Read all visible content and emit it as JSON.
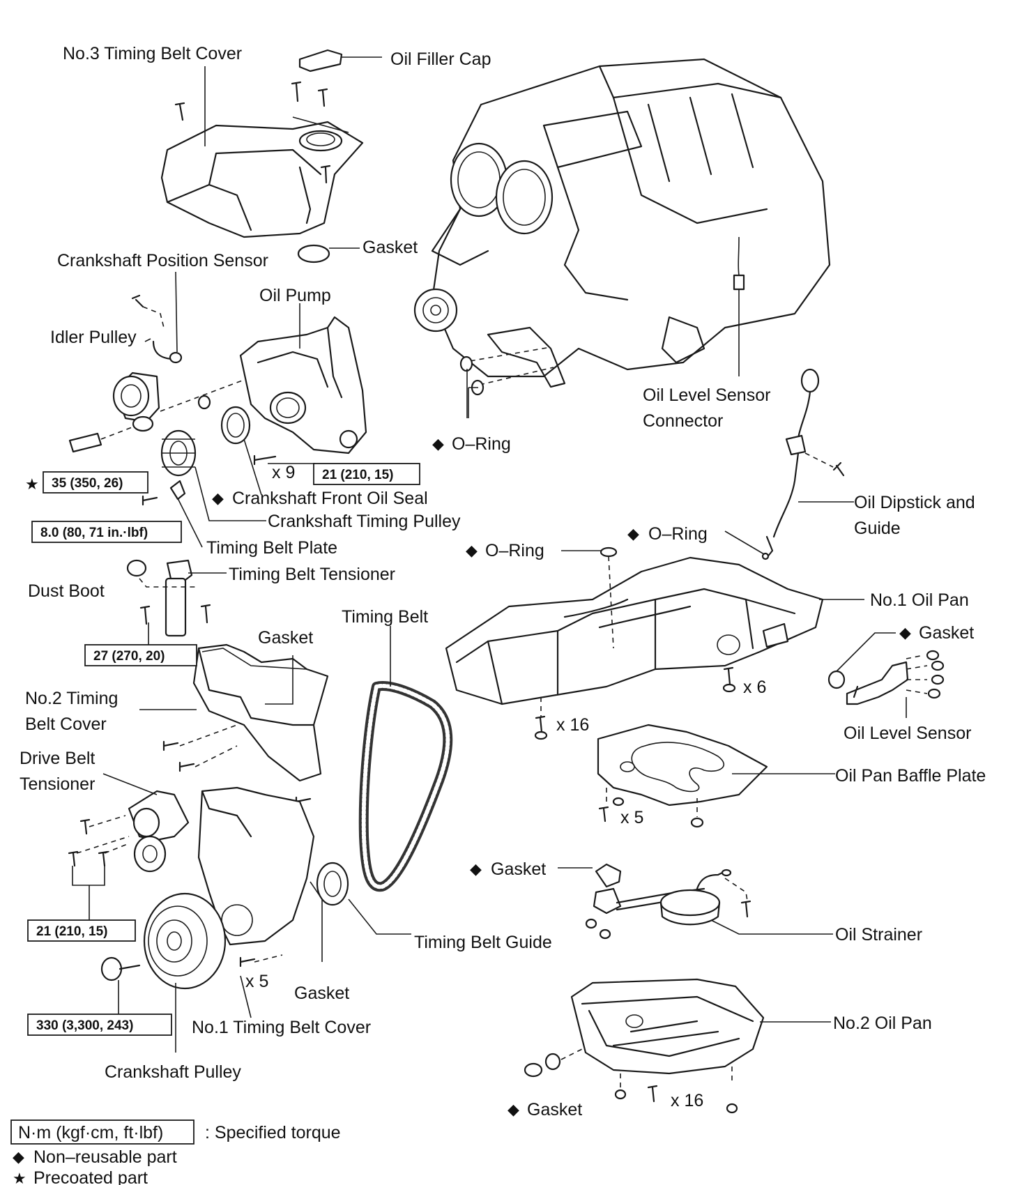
{
  "labels": {
    "no3_timing_belt_cover": "No.3 Timing Belt Cover",
    "oil_filler_cap": "Oil Filler Cap",
    "gasket_top": "Gasket",
    "crankshaft_position_sensor": "Crankshaft Position Sensor",
    "oil_pump": "Oil Pump",
    "idler_pulley": "Idler Pulley",
    "o_ring_engine": "O–Ring",
    "x9": "x 9",
    "crankshaft_front_oil_seal": "Crankshaft Front Oil Seal",
    "crankshaft_timing_pulley": "Crankshaft Timing Pulley",
    "timing_belt_plate": "Timing Belt Plate",
    "dust_boot": "Dust Boot",
    "timing_belt_tensioner": "Timing Belt Tensioner",
    "timing_belt": "Timing Belt",
    "gasket_no2": "Gasket",
    "no2_timing_belt_cover_l1": "No.2 Timing",
    "no2_timing_belt_cover_l2": "Belt Cover",
    "drive_belt_tensioner_l1": "Drive Belt",
    "drive_belt_tensioner_l2": "Tensioner",
    "x5_cover": "x 5",
    "gasket_no1": "Gasket",
    "no1_timing_belt_cover": "No.1 Timing Belt Cover",
    "crankshaft_pulley": "Crankshaft Pulley",
    "timing_belt_guide": "Timing Belt Guide",
    "oil_level_sensor_connector_l1": "Oil Level Sensor",
    "oil_level_sensor_connector_l2": "Connector",
    "oil_dipstick_guide_l1": "Oil Dipstick and",
    "oil_dipstick_guide_l2": "Guide",
    "o_ring_dipstick": "O–Ring",
    "o_ring_pan": "O–Ring",
    "no1_oil_pan": "No.1 Oil Pan",
    "gasket_sensor": "Gasket",
    "x6": "x 6",
    "x16_pan1": "x 16",
    "oil_level_sensor": "Oil Level Sensor",
    "oil_pan_baffle_plate": "Oil Pan Baffle Plate",
    "x5_baffle": "x 5",
    "gasket_strainer": "Gasket",
    "oil_strainer": "Oil Strainer",
    "no2_oil_pan": "No.2 Oil Pan",
    "x16_pan2": "x 16",
    "gasket_drain": "Gasket"
  },
  "torques": {
    "idler": "35 (350, 26)",
    "oil_pump": "21 (210, 15)",
    "plate": "8.0 (80, 71 in.·lbf)",
    "tensioner": "27 (270, 20)",
    "drive_tensioner": "21 (210, 15)",
    "crank_pulley": "330 (3,300, 243)"
  },
  "legend": {
    "torque_unit": "N·m (kgf·cm, ft·lbf)",
    "torque_desc": ": Specified torque",
    "nonreusable": "Non–reusable part",
    "precoated": "Precoated part"
  },
  "symbols": {
    "diamond": "◆",
    "star": "★"
  }
}
